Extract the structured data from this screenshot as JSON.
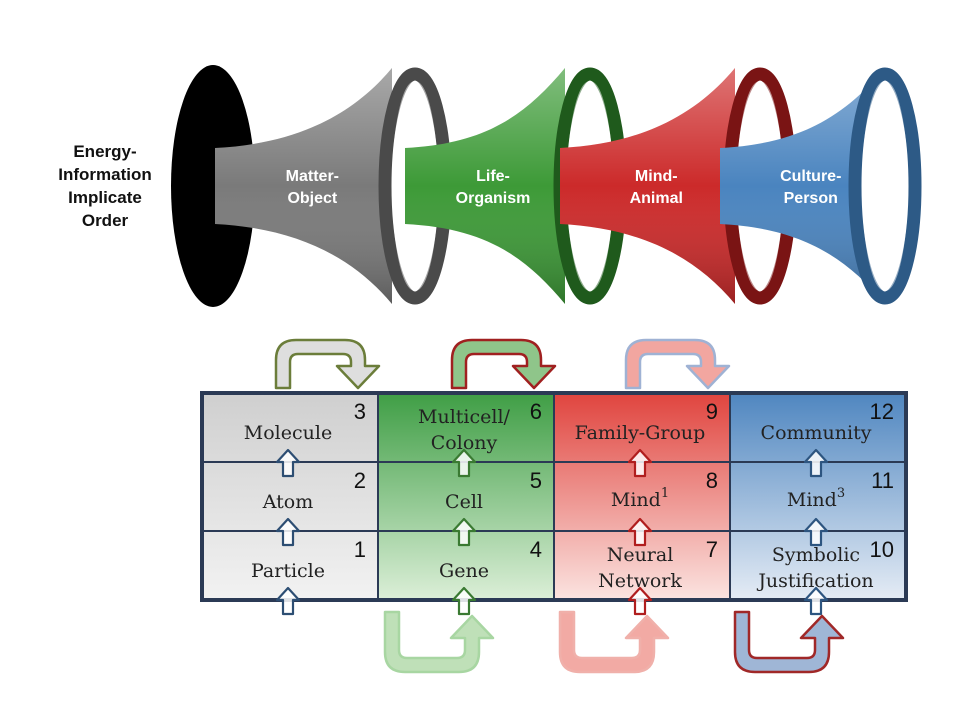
{
  "origin_label": [
    "Energy-",
    "Information",
    "Implicate",
    "Order"
  ],
  "stages": [
    {
      "lines": [
        "Matter-",
        "Object"
      ],
      "color": "#7a7a7a",
      "ring": "#4a4a4a"
    },
    {
      "lines": [
        "Life-",
        "Organism"
      ],
      "color": "#3d9a37",
      "ring": "#1f5a1c"
    },
    {
      "lines": [
        "Mind-",
        "Animal"
      ],
      "color": "#cc2a2a",
      "ring": "#7a1414"
    },
    {
      "lines": [
        "Culture-",
        "Person"
      ],
      "color": "#4a84bf",
      "ring": "#2d5a86"
    }
  ],
  "columns": [
    {
      "fill_top": "#cfcfcf",
      "fill_bottom": "#f2f2f2",
      "arrow": "#2d4e73",
      "cells": [
        {
          "num": "3",
          "lines": [
            "Molecule"
          ]
        },
        {
          "num": "2",
          "lines": [
            "Atom"
          ]
        },
        {
          "num": "1",
          "lines": [
            "Particle"
          ]
        }
      ]
    },
    {
      "fill_top": "#3f9e45",
      "fill_bottom": "#dcefd8",
      "arrow": "#3a7a32",
      "cells": [
        {
          "num": "6",
          "lines": [
            "Multicell/",
            "Colony"
          ]
        },
        {
          "num": "5",
          "lines": [
            "Cell"
          ]
        },
        {
          "num": "4",
          "lines": [
            "Gene"
          ]
        }
      ]
    },
    {
      "fill_top": "#e0443e",
      "fill_bottom": "#fbe4e1",
      "arrow": "#b01e1e",
      "cells": [
        {
          "num": "9",
          "lines": [
            "Family-Group"
          ]
        },
        {
          "num": "8",
          "lines": [
            "Mind",
            "1"
          ],
          "sup": true
        },
        {
          "num": "7",
          "lines": [
            "Neural",
            "Network"
          ]
        }
      ]
    },
    {
      "fill_top": "#4f86c0",
      "fill_bottom": "#e5ecf5",
      "arrow": "#2d5580",
      "cells": [
        {
          "num": "12",
          "lines": [
            "Community"
          ]
        },
        {
          "num": "11",
          "lines": [
            "Mind",
            "3"
          ],
          "sup": true
        },
        {
          "num": "10",
          "lines": [
            "Symbolic",
            "Justification"
          ]
        }
      ]
    }
  ],
  "colors": {
    "origin": "#000000",
    "grid_border": "#2b3a55",
    "top_arrows": [
      "#dedede",
      "#8fc58a",
      "#f2a6a0"
    ],
    "top_arrow_edges": [
      "#6b7d3a",
      "#a02020",
      "#9fb2d4"
    ],
    "bottom_arrows": [
      "#bfe0b8",
      "#f2aaa4",
      "#9fb6d6"
    ],
    "bottom_arrow_edges": [
      "#a8d6a2",
      "#f0b0aa",
      "#a02828"
    ]
  }
}
